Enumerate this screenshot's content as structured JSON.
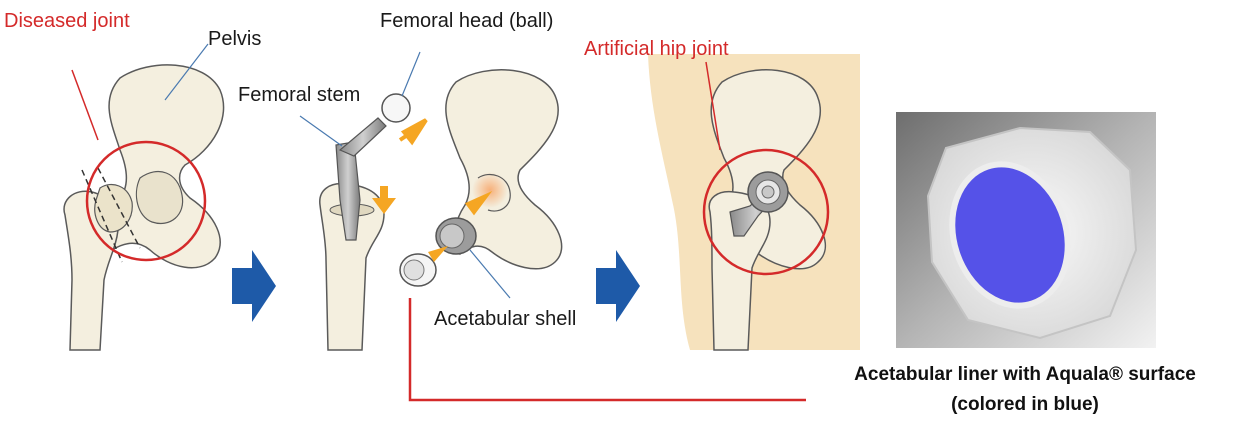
{
  "labels": {
    "diseased_joint": "Diseased joint",
    "pelvis": "Pelvis",
    "femoral_head": "Femoral head (ball)",
    "femoral_stem": "Femoral stem",
    "artificial_hip_joint": "Artificial hip joint",
    "acetabular_shell": "Acetabular shell"
  },
  "caption": {
    "line1": "Acetabular liner with Aquala® surface",
    "line2": "(colored in blue)"
  },
  "colors": {
    "bone_fill": "#f4efdf",
    "bone_stroke": "#5a5a5a",
    "highlight_red": "#d42a2a",
    "arrow_blue": "#1e5aa8",
    "arrow_orange": "#f5a623",
    "skin": "#f6e2bd",
    "liner_blue": "#5552e8",
    "photo_bg": "#aaaaaa"
  }
}
